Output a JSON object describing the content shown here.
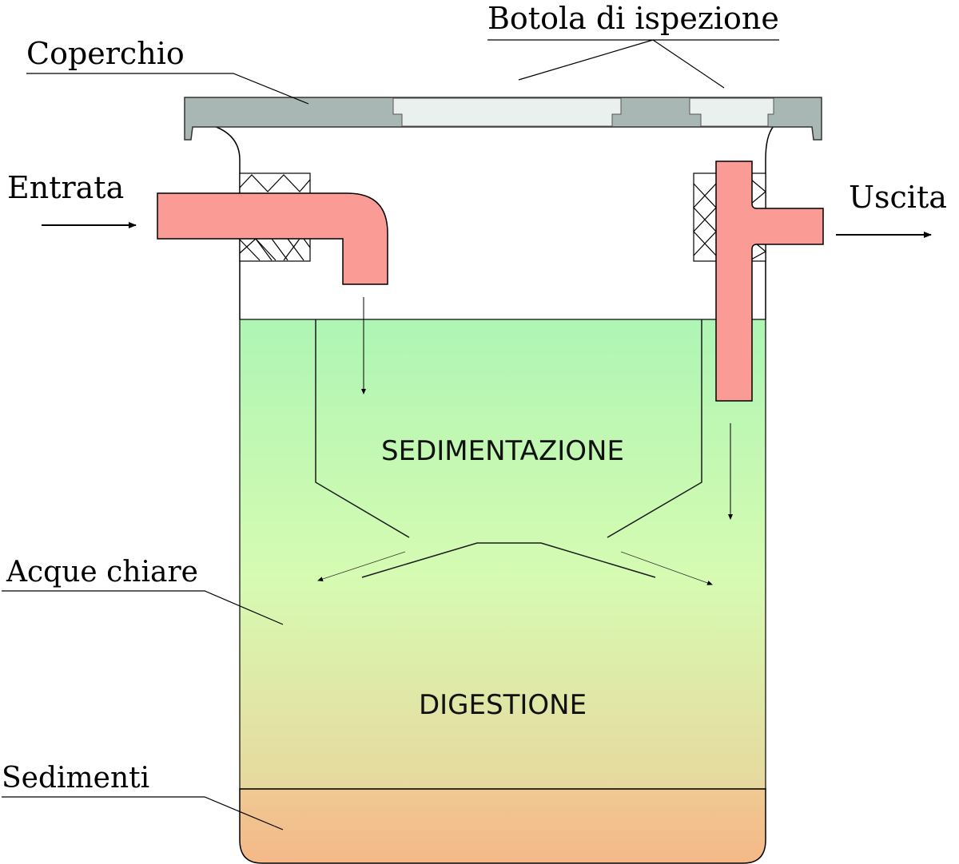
{
  "title": "Fossa settica (Imhoff) - schema",
  "labels": {
    "cover": "Coperchio",
    "hatch": "Botola di ispezione",
    "inlet": "Entrata",
    "outlet": "Uscita",
    "clear_water": "Acque chiare",
    "sediments": "Sedimenti"
  },
  "zones": {
    "sedimentation": "SEDIMENTAZIONE",
    "digestion": "DIGESTIONE"
  },
  "colors": {
    "cover": "#a9b7b4",
    "hatch": "#eaf0ee",
    "pipe": "#fb9b95",
    "water_top": "#aef5b4",
    "water_mid": "#d6fbb2",
    "digestion": "#e7d89e",
    "sediment_top": "#efc993",
    "sediment_bottom": "#f4b887"
  }
}
